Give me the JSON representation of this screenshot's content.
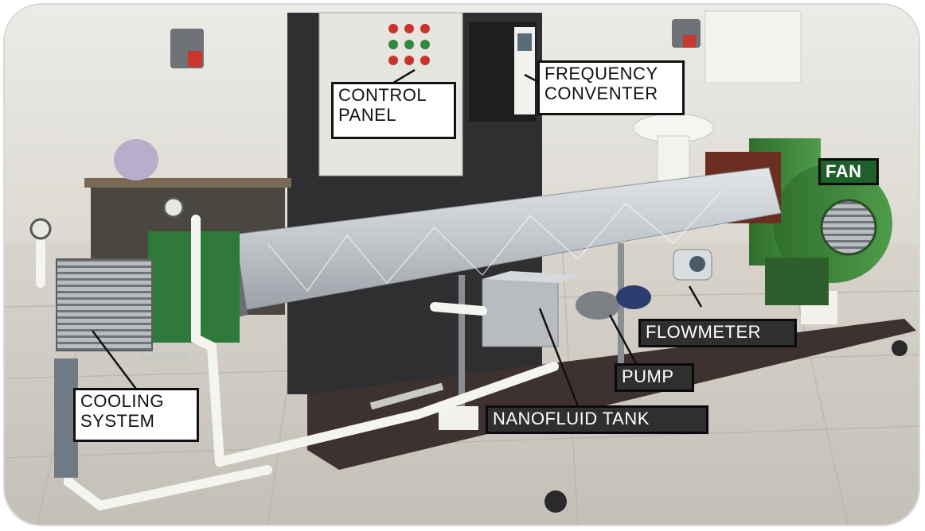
{
  "labels": {
    "control_panel": "CONTROL\nPANEL",
    "frequency_converter": "FREQUENCY\nCONVENTER",
    "fan": "FAN",
    "flowmeter": "FLOWMETER",
    "pump": "PUMP",
    "nanofluid_tank": "NANOFLUID TANK",
    "cooling_system": "COOLING\nSYSTEM"
  },
  "colors": {
    "wall": "#e9e7e2",
    "floor": "#cfcac2",
    "fan_green": "#3f8a3c",
    "duct_silver": "#c9cdd1",
    "label_dark": "#2f2f2f",
    "label_fan": "#1f5f2c"
  }
}
